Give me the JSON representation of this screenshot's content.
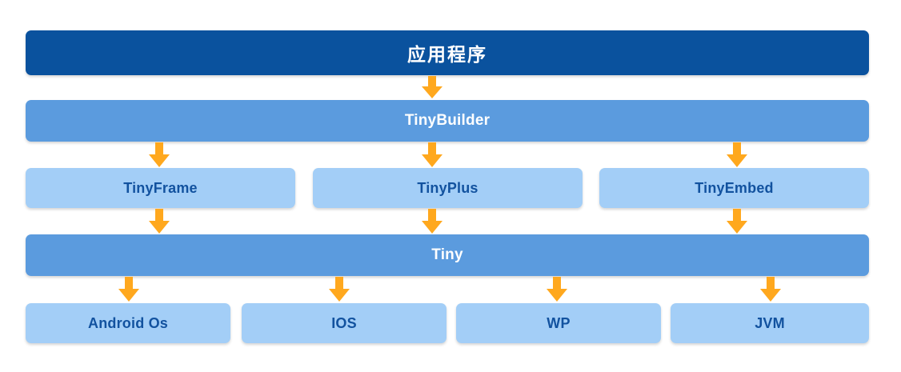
{
  "diagram": {
    "title": "Tiny framework architecture stack",
    "colors": {
      "background": "#ffffff",
      "app_layer": "#0A529E",
      "mid_layer": "#5B9BDE",
      "leaf_layer": "#A3CEF7",
      "leaf_text": "#12529F",
      "arrow": "#FFA81E"
    },
    "layers": [
      {
        "id": "application",
        "kind": "app",
        "nodes": [
          {
            "label": "应用程序"
          }
        ]
      },
      {
        "id": "builder",
        "kind": "mid",
        "nodes": [
          {
            "label": "TinyBuilder"
          }
        ]
      },
      {
        "id": "modules",
        "kind": "leaf",
        "nodes": [
          {
            "label": "TinyFrame"
          },
          {
            "label": "TinyPlus"
          },
          {
            "label": "TinyEmbed"
          }
        ]
      },
      {
        "id": "core",
        "kind": "mid",
        "nodes": [
          {
            "label": "Tiny"
          }
        ]
      },
      {
        "id": "platforms",
        "kind": "leaf",
        "nodes": [
          {
            "label": "Android Os"
          },
          {
            "label": "IOS"
          },
          {
            "label": "WP"
          },
          {
            "label": "JVM"
          }
        ]
      }
    ],
    "arrows": [
      {
        "name": "arrow-application-to-builder"
      },
      {
        "name": "arrow-builder-to-tinyframe"
      },
      {
        "name": "arrow-builder-to-tinyplus"
      },
      {
        "name": "arrow-builder-to-tinyembed"
      },
      {
        "name": "arrow-tinyframe-to-tiny"
      },
      {
        "name": "arrow-tinyplus-to-tiny"
      },
      {
        "name": "arrow-tinyembed-to-tiny"
      },
      {
        "name": "arrow-tiny-to-android"
      },
      {
        "name": "arrow-tiny-to-ios"
      },
      {
        "name": "arrow-tiny-to-wp"
      },
      {
        "name": "arrow-tiny-to-jvm"
      }
    ]
  }
}
